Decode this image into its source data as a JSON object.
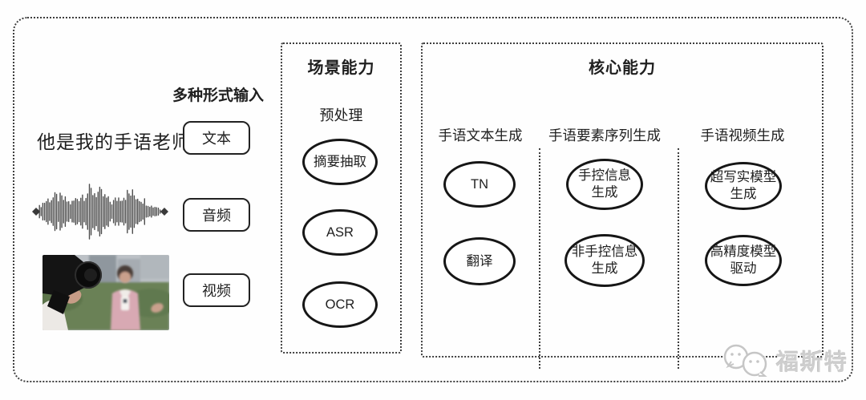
{
  "colors": {
    "line": "#1f1f1f",
    "dash_border": "#3e3e3e",
    "watermark_gray": "#cecece"
  },
  "input_section": {
    "heading": "多种形式输入",
    "text_sample": "他是我的手语老师",
    "items": [
      {
        "label": "文本"
      },
      {
        "label": "音频"
      },
      {
        "label": "视频"
      }
    ],
    "media": {
      "waveform_icon": "audio-waveform-icon",
      "photo_icon": "reporter-filming-photo"
    }
  },
  "scene_box": {
    "title": "场景能力",
    "subtitle": "预处理",
    "ovals": [
      "摘要抽取",
      "ASR",
      "OCR"
    ]
  },
  "core_box": {
    "title": "核心能力",
    "columns": [
      {
        "label": "手语文本生成",
        "ovals": [
          "TN",
          "翻译"
        ]
      },
      {
        "label": "手语要素序列生成",
        "ovals": [
          "手控信息\n生成",
          "非手控信息\n生成"
        ]
      },
      {
        "label": "手语视频生成",
        "ovals": [
          "超写实模型\n生成",
          "高精度模型\n驱动"
        ]
      }
    ]
  },
  "watermark": {
    "text": "福斯特",
    "icon": "mascot-faces-icon"
  }
}
